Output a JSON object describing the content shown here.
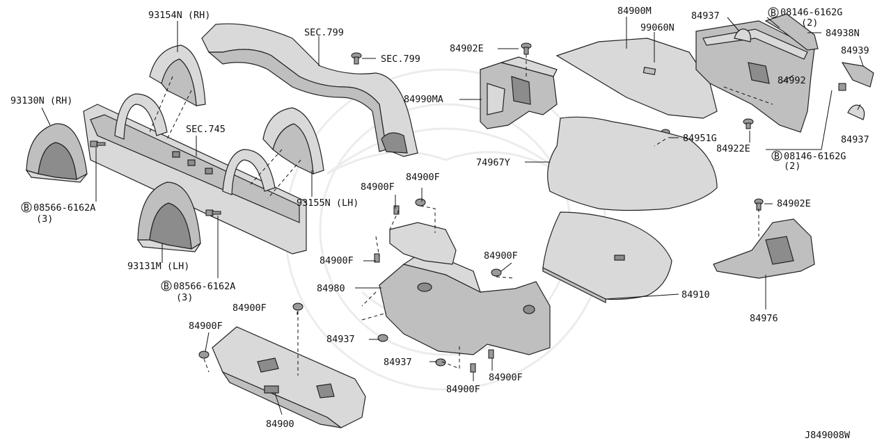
{
  "labels": {
    "p93154N": "93154N (RH)",
    "sec799a": "SEC.799",
    "sec799b": "SEC.799",
    "p84902E_top": "84902E",
    "p84990MA": "84990MA",
    "p84900M": "84900M",
    "p99060N": "99060N",
    "p84937_top": "84937",
    "bolt08146_top": "08146-6162G",
    "bolt08146_top_qty": "(2)",
    "p84938N": "84938N",
    "p84939": "84939",
    "p84992": "84992",
    "p84937_right": "84937",
    "bolt08146_right": "08146-6162G",
    "bolt08146_right_qty": "(2)",
    "p84951G": "84951G",
    "p84922E": "84922E",
    "p93130N": "93130N (RH)",
    "sec745": "SEC.745",
    "p74967Y": "74967Y",
    "bolt08566_left": "08566-6162A",
    "bolt08566_left_qty": "(3)",
    "p84900F_a": "84900F",
    "p84900F_b": "84900F",
    "p93155N": "93155N (LH)",
    "p84902E_right": "84902E",
    "p84900F_c": "84900F",
    "p84900F_d": "84900F",
    "p93131M": "93131M (LH)",
    "p84980": "84980",
    "bolt08566_mid": "08566-6162A",
    "bolt08566_mid_qty": "(3)",
    "p84910": "84910",
    "p84976": "84976",
    "p84900F_e": "84900F",
    "p84900F_f": "84900F",
    "p84937_mid": "84937",
    "p84937_low": "84937",
    "p84900F_g": "84900F",
    "p84900F_h": "84900F",
    "p84900": "84900",
    "diagram_code": "J849008W",
    "bolt_symbol": "B"
  }
}
